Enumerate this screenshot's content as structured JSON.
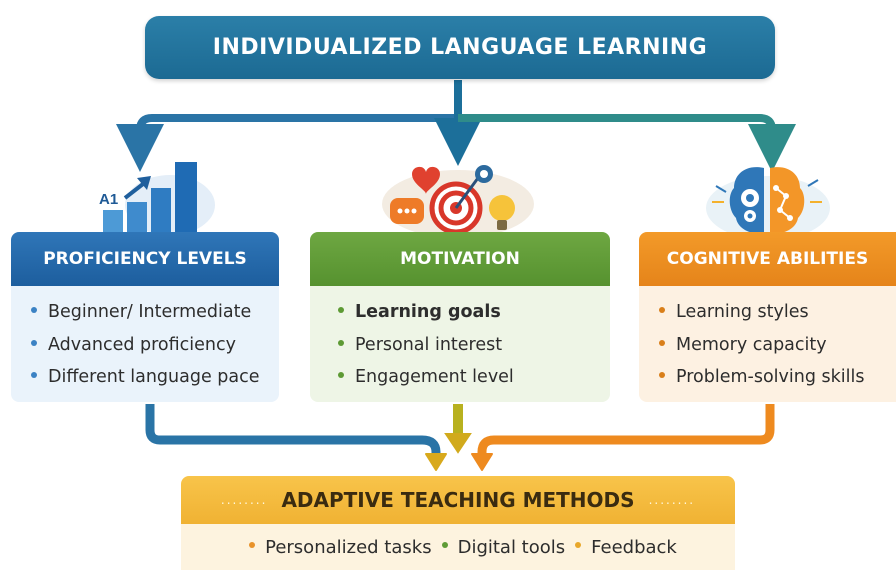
{
  "title": "INDIVIDUALIZED LANGUAGE LEARNING",
  "cards": [
    {
      "heading": "PROFICIENCY LEVELS",
      "icon_label": "A1",
      "items": [
        "Beginner/ Intermediate",
        "Advanced proficiency",
        "Different language pace"
      ]
    },
    {
      "heading": "MOTIVATION",
      "items": [
        "Learning goals",
        "Personal interest",
        "Engagement level"
      ]
    },
    {
      "heading": "COGNITIVE ABILITIES",
      "items": [
        "Learning styles",
        "Memory capacity",
        "Problem-solving skills"
      ]
    }
  ],
  "adaptive": {
    "heading": "ADAPTIVE TEACHING METHODS",
    "items": [
      "Personalized tasks",
      "Digital tools",
      "Feedback"
    ]
  },
  "colors": {
    "title": "#1f6f99",
    "proficiency": "#2563a8",
    "motivation": "#5f9b36",
    "cognitive": "#ef8f22",
    "adaptive": "#f4bc3d"
  },
  "icons": [
    "bar-chart-icon",
    "target-motivation-icon",
    "brain-gears-icon"
  ]
}
